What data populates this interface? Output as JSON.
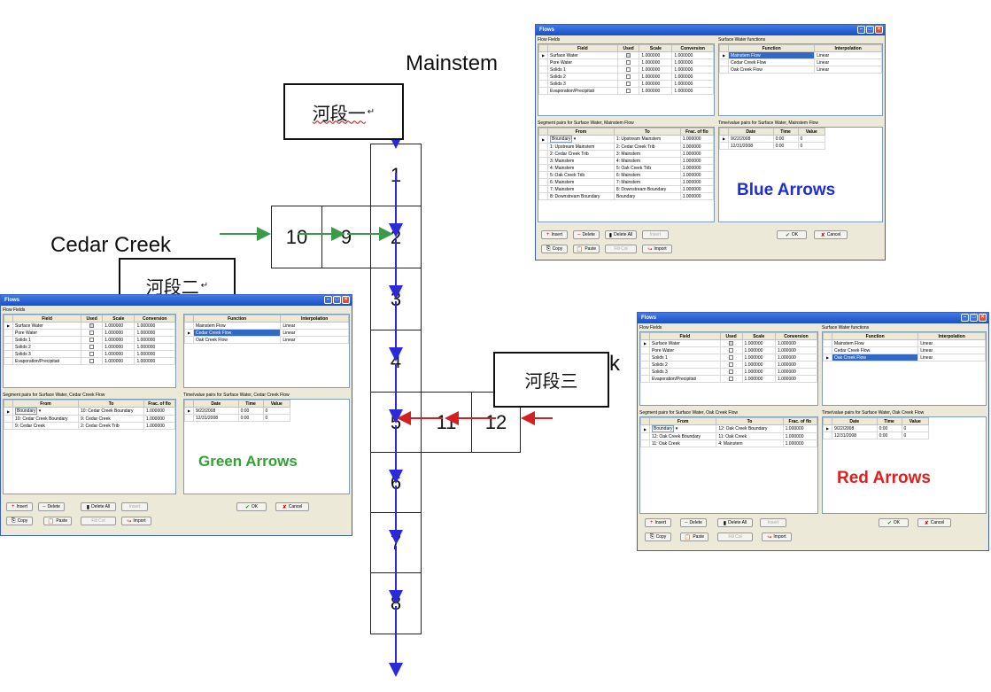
{
  "diagram": {
    "mainstem_label": "Mainstem",
    "cedar_creek_label": "Cedar Creek",
    "oak_creek_label_partial": "k",
    "callouts": [
      "河段一",
      "河段二",
      "河段三"
    ],
    "paragraph_mark": "↵",
    "mainstem_cells": [
      "1",
      "2",
      "3",
      "4",
      "5",
      "6",
      "7",
      "8"
    ],
    "cedar_cells": [
      "10",
      "9"
    ],
    "oak_cells": [
      "11",
      "12"
    ],
    "colors": {
      "blue_arrow": "#2a2ad8",
      "green_arrow": "#3a9a4a",
      "red_arrow": "#d42020"
    }
  },
  "windows": {
    "blue": {
      "title": "Flows",
      "flow_fields_label": "Flow Fields",
      "flow_headers": [
        "Field",
        "Used",
        "Scale",
        "Conversion"
      ],
      "flow_rows": [
        [
          "Surface Water",
          "",
          "1.000000",
          "1.000000"
        ],
        [
          "Pore Water",
          "",
          "1.000000",
          "1.000000"
        ],
        [
          "Solids 1",
          "",
          "1.000000",
          "1.000000"
        ],
        [
          "Solids 2",
          "",
          "1.000000",
          "1.000000"
        ],
        [
          "Solids 3",
          "",
          "1.000000",
          "1.000000"
        ],
        [
          "Evaporation/Precipitati",
          "",
          "1.000000",
          "1.000000"
        ]
      ],
      "functions_label": "Surface Water functions",
      "function_headers": [
        "Function",
        "Interpolation"
      ],
      "function_rows": [
        [
          "Mainstem Flow",
          "Linear"
        ],
        [
          "Cedar Creek Flow",
          "Linear"
        ],
        [
          "Oak Creek Flow",
          "Linear"
        ]
      ],
      "segment_label": "Segment pairs for Surface Water, Mainstem Flow",
      "segment_headers": [
        "From",
        "To",
        "Frac. of flo"
      ],
      "segment_rows": [
        [
          "Boundary",
          "1: Upstream Mainstem",
          "1.000000"
        ],
        [
          "1: Upstream Mainstem",
          "2: Cedar Creek Trib",
          "1.000000"
        ],
        [
          "2: Cedar Creek Trib",
          "3: Mainstem",
          "1.000000"
        ],
        [
          "3: Mainstem",
          "4: Mainstem",
          "1.000000"
        ],
        [
          "4: Mainstem",
          "5: Oak Creek Trib",
          "1.000000"
        ],
        [
          "5: Oak Creek Trib",
          "6: Mainstem",
          "1.000000"
        ],
        [
          "6: Mainstem",
          "7: Mainstem",
          "1.000000"
        ],
        [
          "7: Mainstem",
          "8: Downstream Boundary",
          "1.000000"
        ],
        [
          "8: Downstream Boundary",
          "Boundary",
          "1.000000"
        ]
      ],
      "time_label": "Time/value pairs for Surface Water, Mainstem Flow",
      "time_headers": [
        "Date",
        "Time",
        "Value"
      ],
      "time_rows": [
        [
          "9/22/2008",
          "0:00",
          "0"
        ],
        [
          "12/31/2008",
          "0:00",
          "0"
        ]
      ],
      "arrows_label": "Blue Arrows",
      "buttons": {
        "insert": "Insert",
        "delete": "Delete",
        "delete_all": "Delete All",
        "insert2": "Insert",
        "copy": "Copy",
        "paste": "Paste",
        "fill_col": "Fill Col",
        "import": "Import",
        "ok": "OK",
        "cancel": "Cancel"
      }
    },
    "green": {
      "title": "Flows",
      "flow_fields_label": "Flow Fields",
      "flow_headers": [
        "Field",
        "Used",
        "Scale",
        "Conversion"
      ],
      "flow_rows": [
        [
          "Surface Water",
          "",
          "1.000000",
          "1.000000"
        ],
        [
          "Pore Water",
          "",
          "1.000000",
          "1.000000"
        ],
        [
          "Solids 1",
          "",
          "1.000000",
          "1.000000"
        ],
        [
          "Solids 2",
          "",
          "1.000000",
          "1.000000"
        ],
        [
          "Solids 3",
          "",
          "1.000000",
          "1.000000"
        ],
        [
          "Evaporation/Precipitati",
          "",
          "1.000000",
          "1.000000"
        ]
      ],
      "function_headers": [
        "Function",
        "Interpolation"
      ],
      "function_rows": [
        [
          "Mainstem Flow",
          "Linear"
        ],
        [
          "Cedar Creek Flow",
          "Linear"
        ],
        [
          "Oak Creek Flow",
          "Linear"
        ]
      ],
      "segment_label": "Segment pairs for Surface Water, Cedar Creek Flow",
      "segment_headers": [
        "From",
        "To",
        "Frac. of flo"
      ],
      "segment_rows": [
        [
          "Boundary",
          "10: Cedar Creek Boundary",
          "1.000000"
        ],
        [
          "10: Cedar Creek Boundary",
          "9: Cedar Creek",
          "1.000000"
        ],
        [
          "9: Cedar Creek",
          "2: Cedar Creek Trib",
          "1.000000"
        ]
      ],
      "time_label": "Time/value pairs for Surface Water, Cedar Creek Flow",
      "time_headers": [
        "Date",
        "Time",
        "Value"
      ],
      "time_rows": [
        [
          "9/22/2008",
          "0:00",
          "0"
        ],
        [
          "12/31/2008",
          "0:00",
          "0"
        ]
      ],
      "arrows_label": "Green Arrows",
      "buttons": {
        "insert": "Insert",
        "delete": "Delete",
        "delete_all": "Delete All",
        "insert2": "Insert",
        "copy": "Copy",
        "paste": "Paste",
        "fill_col": "Fill Col",
        "import": "Import",
        "ok": "OK",
        "cancel": "Cancel"
      }
    },
    "red": {
      "title": "Flows",
      "flow_fields_label": "Flow Fields",
      "flow_headers": [
        "Field",
        "Used",
        "Scale",
        "Conversion"
      ],
      "flow_rows": [
        [
          "Surface Water",
          "",
          "1.000000",
          "1.000000"
        ],
        [
          "Pore Water",
          "",
          "1.000000",
          "1.000000"
        ],
        [
          "Solids 1",
          "",
          "1.000000",
          "1.000000"
        ],
        [
          "Solids 2",
          "",
          "1.000000",
          "1.000000"
        ],
        [
          "Solids 3",
          "",
          "1.000000",
          "1.000000"
        ],
        [
          "Evaporation/Precipitati",
          "",
          "1.000000",
          "1.000000"
        ]
      ],
      "functions_label": "Surface Water functions",
      "function_headers": [
        "Function",
        "Interpolation"
      ],
      "function_rows": [
        [
          "Mainstem Flow",
          "Linear"
        ],
        [
          "Cedar Creek Flow",
          "Linear"
        ],
        [
          "Oak Creek Flow",
          "Linear"
        ]
      ],
      "segment_label": "Segment pairs for Surface Water, Oak Creek Flow",
      "segment_headers": [
        "From",
        "To",
        "Frac. of flo"
      ],
      "segment_rows": [
        [
          "Boundary",
          "12: Oak Creek Boundary",
          "1.000000"
        ],
        [
          "12: Oak Creek Boundary",
          "11: Oak Creek",
          "1.000000"
        ],
        [
          "11: Oak Creek",
          "4: Mainstem",
          "1.000000"
        ]
      ],
      "time_label": "Time/value pairs for Surface Water, Oak Creek Flow",
      "time_headers": [
        "Date",
        "Time",
        "Value"
      ],
      "time_rows": [
        [
          "9/22/2008",
          "0:00",
          "0"
        ],
        [
          "12/31/2008",
          "0:00",
          "0"
        ]
      ],
      "arrows_label": "Red Arrows",
      "buttons": {
        "insert": "Insert",
        "delete": "Delete",
        "delete_all": "Delete All",
        "insert2": "Insert",
        "copy": "Copy",
        "paste": "Paste",
        "fill_col": "Fill Col",
        "import": "Import",
        "ok": "OK",
        "cancel": "Cancel"
      }
    }
  }
}
